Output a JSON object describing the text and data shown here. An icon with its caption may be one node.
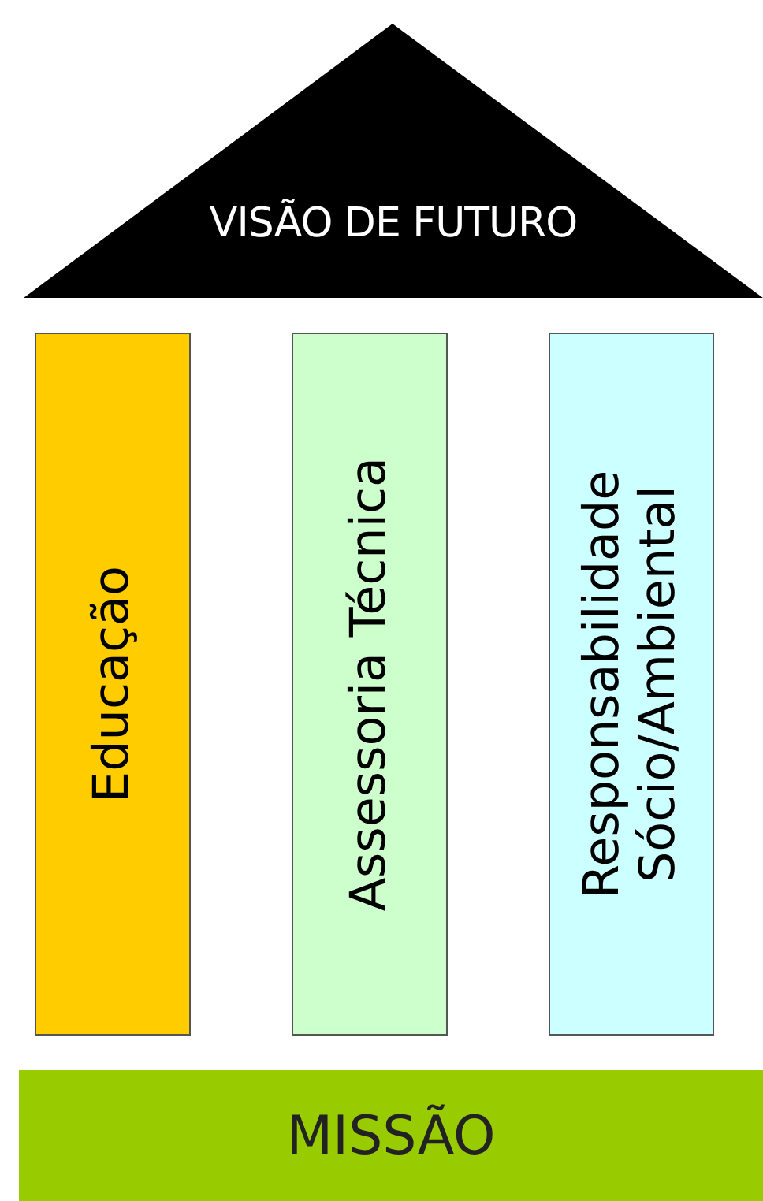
{
  "diagram": {
    "nodes": [
      {
        "text": [
          "VISÃO DE FUTURO"
        ]
      },
      {
        "text": [
          "Educação"
        ]
      },
      {
        "text": [
          "Assessoria Técnica"
        ]
      },
      {
        "text": [
          "Responsabilidade Sócio/Ambiental"
        ]
      },
      {
        "text": [
          "MISSÃO"
        ]
      }
    ]
  }
}
